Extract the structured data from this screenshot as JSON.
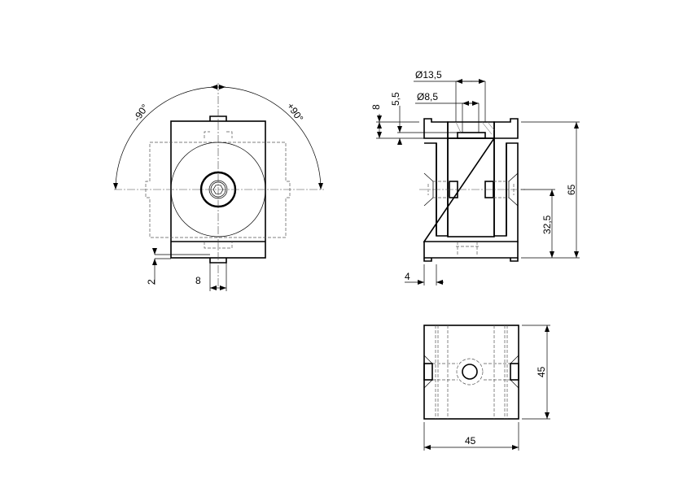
{
  "front_view": {
    "angle_left": "-90°",
    "angle_right": "+90°",
    "dim_2": "2",
    "dim_8": "8"
  },
  "side_view": {
    "dim_dia_13_5": "Ø13,5",
    "dim_dia_8_5": "Ø8,5",
    "dim_8": "8",
    "dim_5_5": "5,5",
    "dim_65": "65",
    "dim_32_5": "32,5",
    "dim_4": "4"
  },
  "bottom_view": {
    "dim_height": "45",
    "dim_width": "45"
  }
}
